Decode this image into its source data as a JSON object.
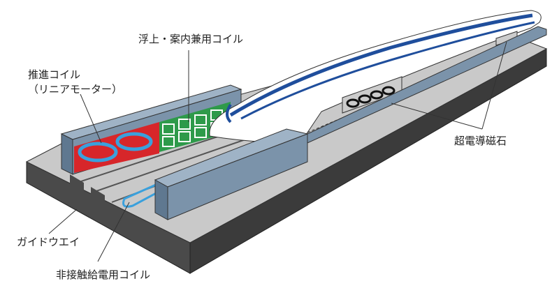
{
  "labels": {
    "levitation_guidance_coil": "浮上・案内兼用コイル",
    "propulsion_coil": "推進コイル",
    "propulsion_coil_sub": "（リニアモーター）",
    "superconducting_magnet": "超電導磁石",
    "guideway": "ガイドウエイ",
    "contactless_power_coil": "非接触給電用コイル"
  },
  "colors": {
    "guideway_dark": "#4a4a4a",
    "guideway_top": "#c9c9c9",
    "wall": "#7b93aa",
    "train_stripe": "#1f4e9c",
    "propulsion_coil_red": "#d7262a",
    "propulsion_coil_blue": "#3aa0dc",
    "levitation_coil_green": "#2e9a4a"
  }
}
